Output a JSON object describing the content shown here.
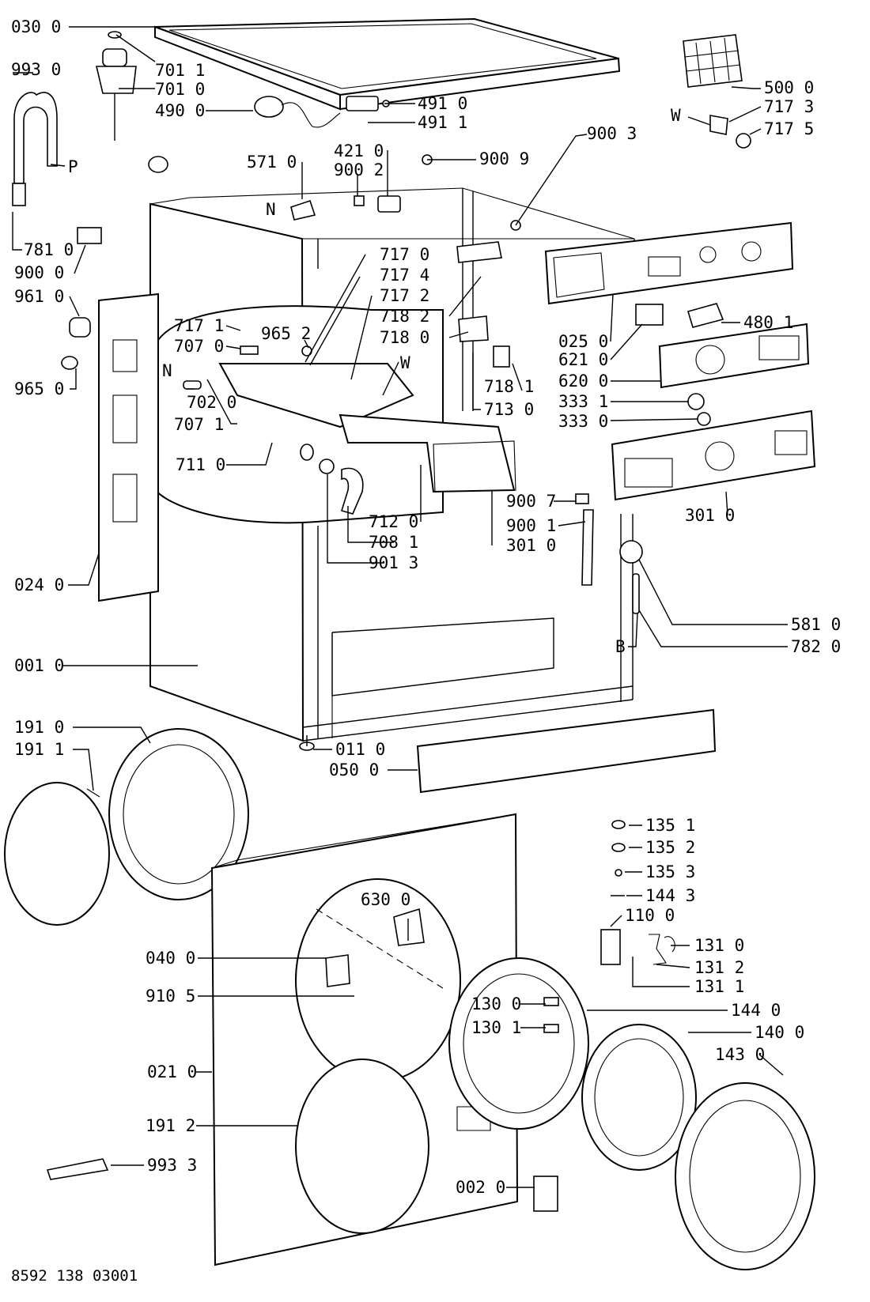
{
  "labels": {
    "l0300": "030 0",
    "l7011": "701 1",
    "l7010": "701 0",
    "l4900": "490 0",
    "l9930": "993 0",
    "l4910": "491 0",
    "l4911": "491 1",
    "l5000": "500 0",
    "l7173": "717 3",
    "l7175": "717 5",
    "lW1": "W",
    "l9003": "900 3",
    "l4210": "421 0",
    "l5710": "571 0",
    "l9002": "900 2",
    "l9009": "900 9",
    "lP": "P",
    "lN1": "N",
    "l7810": "781 0",
    "l9000": "900 0",
    "l7170": "717 0",
    "l7174": "717 4",
    "l7172": "717 2",
    "l7182": "718 2",
    "l7180": "718 0",
    "l0250": "025 0",
    "l6210": "621 0",
    "l4801": "480 1",
    "l6200": "620 0",
    "l9610": "961 0",
    "l7171": "717 1",
    "l9652": "965 2",
    "l7070": "707 0",
    "lW2": "W",
    "lN2": "N",
    "l7020": "702 0",
    "l7071": "707 1",
    "l7181": "718 1",
    "l7130": "713 0",
    "l9650": "965 0",
    "l3331": "333 1",
    "l3330": "333 0",
    "l7110": "711 0",
    "l3010a": "301 0",
    "l9007": "900 7",
    "l7120": "712 0",
    "l9001": "900 1",
    "l7081": "708 1",
    "l3010b": "301 0",
    "l9013": "901 3",
    "l0240": "024 0",
    "l5810": "581 0",
    "lB": "B",
    "l7820": "782 0",
    "l0010": "001 0",
    "l1910": "191 0",
    "l1911": "191 1",
    "l0110": "011 0",
    "l0500": "050 0",
    "l1351": "135 1",
    "l1352": "135 2",
    "l1353": "135 3",
    "l1443": "144 3",
    "l6300": "630 0",
    "l1100": "110 0",
    "l1310": "131 0",
    "l0400": "040 0",
    "l1312": "131 2",
    "l1311": "131 1",
    "l9105": "910 5",
    "l1300": "130 0",
    "l1440": "144 0",
    "l1301": "130 1",
    "l1400": "140 0",
    "l1430": "143 0",
    "l0210": "021 0",
    "l1912": "191 2",
    "l9933": "993 3",
    "l0020": "002 0",
    "footer": "8592 138 03001"
  },
  "colors": {
    "ink": "#000000",
    "paper": "#ffffff"
  }
}
